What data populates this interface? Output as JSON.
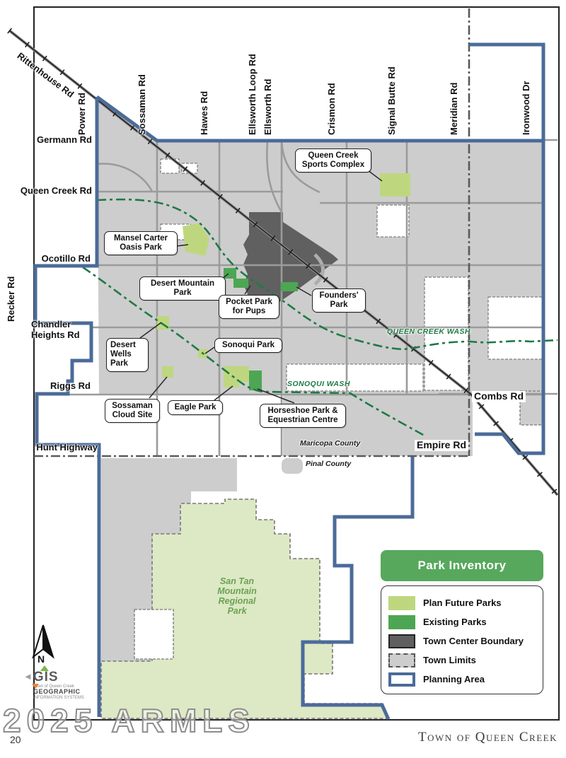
{
  "roads": {
    "top": [
      "Power Rd",
      "Sossaman Rd",
      "Hawes Rd",
      "Ellsworth Loop Rd",
      "Ellsworth Rd",
      "Crismon Rd",
      "Signal Butte Rd",
      "Meridian Rd",
      "Ironwood Dr"
    ],
    "rittenhouse": "Rittenhouse Rd",
    "left": [
      "Germann Rd",
      "Queen Creek Rd",
      "Ocotillo Rd",
      "Chandler\nHeights Rd",
      "Riggs Rd",
      "Hunt Highway"
    ],
    "recker": "Recker Rd",
    "combs": "Combs Rd",
    "empire": "Empire Rd"
  },
  "washes": {
    "queen_creek": "QUEEN CREEK WASH",
    "sonoqui": "SONOQUI WASH"
  },
  "counties": {
    "maricopa": "Maricopa County",
    "pinal": "Pinal County"
  },
  "parks": {
    "labels": [
      "Queen Creek\nSports Complex",
      "Mansel Carter\nOasis Park",
      "Desert Mountain\nPark",
      "Pocket Park\nfor Pups",
      "Founders'\nPark",
      "Desert\nWells\nPark",
      "Sonoqui Park",
      "Sossaman\nCloud Site",
      "Eagle Park",
      "Horseshoe Park &\nEquestrian Centre"
    ],
    "regional": "San Tan\nMountain\nRegional\nPark"
  },
  "legend": {
    "title": "Park Inventory",
    "items": [
      {
        "label": "Plan Future Parks",
        "color": "#bed77f"
      },
      {
        "label": "Existing Parks",
        "color": "#4da653"
      },
      {
        "label": "Town Center Boundary",
        "color": "#5f5f5f"
      },
      {
        "label": "Town Limits",
        "color": "#cdcdcd"
      },
      {
        "label": "Planning Area",
        "color": "#4b6b99"
      }
    ]
  },
  "compass": {
    "n": "N"
  },
  "logo": {
    "name": "GIS",
    "line1": "Town of Queen Creek",
    "line2": "GEOGRAPHIC",
    "line3": "INFORMATION SYSTEMS"
  },
  "footer": {
    "page": "20",
    "credit": "Town of Queen Creek",
    "watermark": "2025 ARMLS"
  },
  "colors": {
    "plan_future_parks": "#bed77f",
    "existing_parks": "#4da653",
    "town_center": "#606060",
    "town_limits": "#cdcdcd",
    "planning_area": "#4b6b99",
    "wash_line": "#1e7a45"
  }
}
